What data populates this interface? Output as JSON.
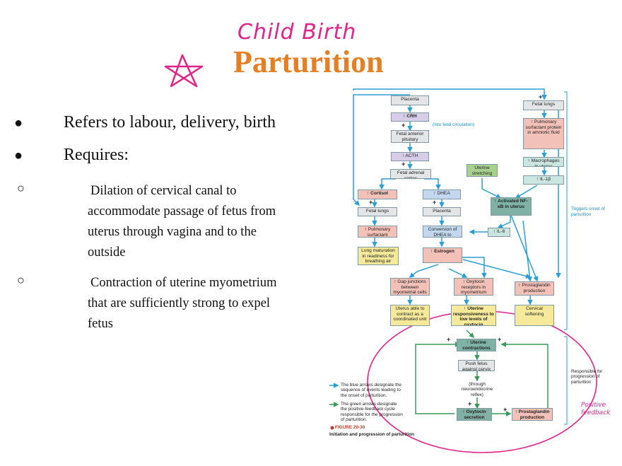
{
  "slide": {
    "title": "Parturition",
    "annotation_title": "Child Birth",
    "bullets": [
      "Refers to labour, delivery, birth",
      "Requires:"
    ],
    "bullet_marker": "●",
    "sub_marker": "○",
    "sub_bullets": [
      [
        "Dilation of cervical canal to",
        "accommodate passage of fetus from",
        "uterus through vagina and to the",
        "outside"
      ],
      [
        "Contraction of uterine myometrium",
        "that are sufficiently strong to expel",
        "fetus"
      ]
    ]
  },
  "diagram": {
    "placenta": "Placenta",
    "crh": "↑ CRH",
    "into_fetal": "(into fetal circulation)",
    "fetal_pituitary": "Fetal anterior pituitary",
    "acth": "↑ ACTH",
    "fetal_adrenal": "Fetal adrenal cortex",
    "cortisol": "↑ Cortisol",
    "dhea": "↑ DHEA",
    "fetal_lungs_left": "Fetal lungs",
    "placenta2": "Placenta",
    "pulm_surfactant": "↑ Pulmonary surfactant",
    "conversion": "Conversion of DHEA to estrogen",
    "lung_maturation": "Lung maturation in readiness for breathing air",
    "estrogen": "↑ Estrogen",
    "fetal_lungs_right": "Fetal lungs",
    "pulm_protein": "↑ Pulmonary surfactant protein in amniotic fluid",
    "macrophages": "↑ Macrophages in uterus",
    "il1b": "↑ IL-1β",
    "uterine_stretching": "Uterine stretching",
    "nfkb": "↑ Activated NF-κB in uterus",
    "il8": "↑ IL-8",
    "gap_junctions": "↑ Gap junctions between myometrial cells",
    "oxytocin_receptors": "↑ Oxytocin receptors in myometrium",
    "prostaglandin_prod": "↑ Prostaglandin production",
    "uterus_contract": "Uterus able to contract as a coordinated unit",
    "uterine_resp": "↑ Uterine responsiveness to low levels of oxytocin",
    "cervical_softening": "Cervical softening",
    "uterine_contractions": "↑ Uterine contractions",
    "push_fetus": "Push fetus against cervix",
    "neuroendocrine": "(through neuroendocrine reflex)",
    "oxytocin_secretion": "↑ Oxytocin secretion",
    "prostaglandin_prod2": "↑ Prostaglandin production",
    "triggers": "Triggers onset of parturition",
    "responsible": "Responsible for progression of parturition",
    "legend_blue": "The blue arrows designate the sequence of events leading to the onset of parturition.",
    "legend_green": "The green arrows designate the positive-feedback cycle responsible for the progression of parturition.",
    "figure_label": "FIGURE 20-30",
    "figure_caption": "Initiation and progression of parturition",
    "positive_feedback": "Positive feedback",
    "plus": "+"
  },
  "colors": {
    "title": "#e67e22",
    "ink": "#e0248a",
    "blue_arrow": "#2a9fd6",
    "green_arrow": "#3a9a5a"
  }
}
